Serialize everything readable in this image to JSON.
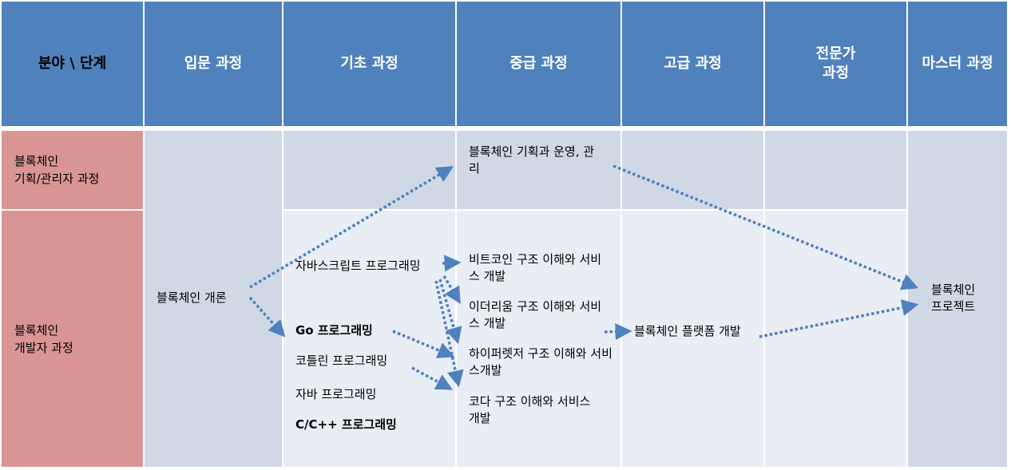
{
  "header": [
    "분야 \\ 단계",
    "입문 과정",
    "기초 과정",
    "중급 과정",
    "고급 과정",
    "전문가\n과정",
    "마스터 과정"
  ],
  "rows": [
    "블록체인\n기획/관리자 과정",
    "블록체인\n개발자 과정"
  ],
  "intro": "블록체인 개론",
  "basic": [
    "자바스크립트 프로그래밍",
    "Go 프로그래밍",
    "코틀린 프로그래밍",
    "자바 프로그래밍",
    "C/C++ 프로그래밍"
  ],
  "intermediate": [
    "블록체인 기획과 운영, 관리",
    "비트코인 구조 이해와 서비스 개발",
    "이더리움 구조 이해와 서비스 개발",
    "하이퍼렛저 구조 이해와 서비스개발",
    "코다 구조 이해와 서비스 개발"
  ],
  "advanced": "블록체인 플랫폼 개발",
  "master": "블록체인 프로젝트",
  "colors": {
    "header": "#4f81bd",
    "row_label": "#d99594",
    "cell_dark": "#d0d8e6",
    "cell_light": "#e9edf4",
    "arrow": "#4f81bd"
  }
}
